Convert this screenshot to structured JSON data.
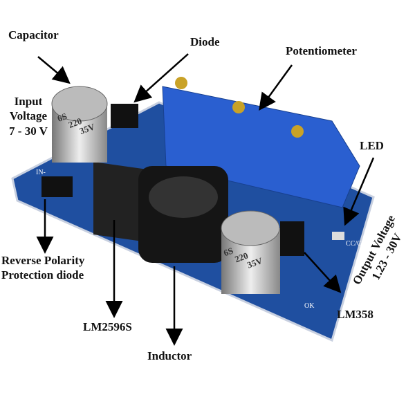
{
  "labels": {
    "capacitor": "Capacitor",
    "diode": "Diode",
    "potentiometer": "Potentiometer",
    "input_voltage_1": "Input",
    "input_voltage_2": "Voltage",
    "input_voltage_3": "7 - 30 V",
    "led": "LED",
    "output_voltage_1": "Output Voltage",
    "output_voltage_2": "1.23 - 30V",
    "reverse_1": "Reverse Polarity",
    "reverse_2": "Protection diode",
    "lm2596s": "LM2596S",
    "inductor": "Inductor",
    "lm358": "LM358"
  },
  "board": {
    "color": "#1f4fa0",
    "pot_color": "#2a5fd0",
    "cap_marking": [
      "6S",
      "220",
      "35V"
    ],
    "silk": [
      "IN-",
      "CC/CV",
      "OK"
    ]
  }
}
